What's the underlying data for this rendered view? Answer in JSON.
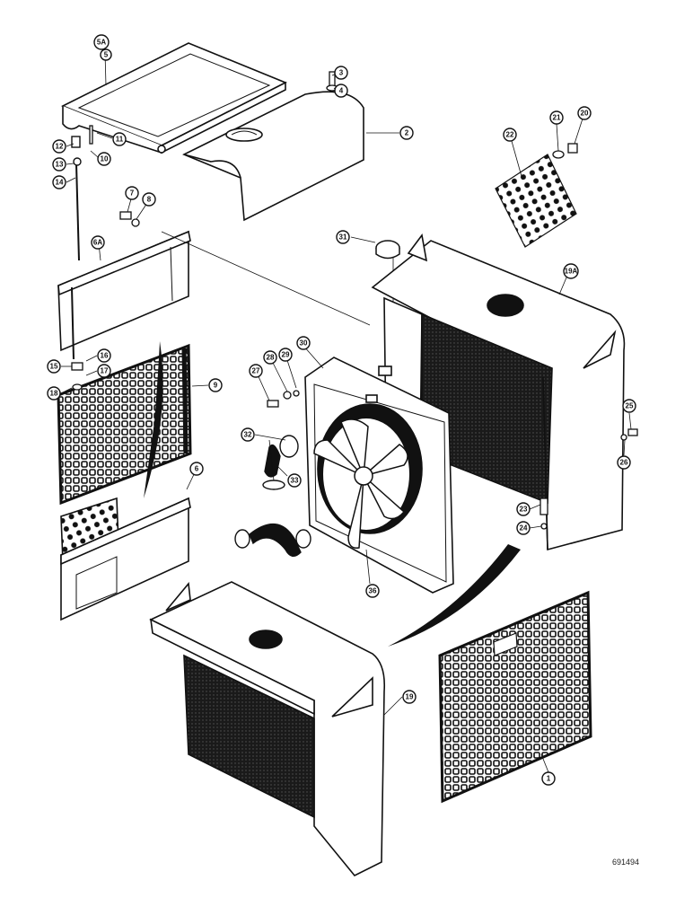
{
  "figure_number": "691494",
  "colors": {
    "ink": "#111111",
    "part_fill": "#ffffff",
    "mesh_dark": "#1a1a1a"
  },
  "callouts": [
    {
      "key": "c5a",
      "text": "5A"
    },
    {
      "key": "c5",
      "text": "5"
    },
    {
      "key": "c3",
      "text": "3"
    },
    {
      "key": "c4",
      "text": "4"
    },
    {
      "key": "c2",
      "text": "2"
    },
    {
      "key": "c11",
      "text": "11"
    },
    {
      "key": "c12",
      "text": "12"
    },
    {
      "key": "c10",
      "text": "10"
    },
    {
      "key": "c13",
      "text": "13"
    },
    {
      "key": "c14",
      "text": "14"
    },
    {
      "key": "c22",
      "text": "22"
    },
    {
      "key": "c21",
      "text": "21"
    },
    {
      "key": "c20",
      "text": "20"
    },
    {
      "key": "c7",
      "text": "7"
    },
    {
      "key": "c8",
      "text": "8"
    },
    {
      "key": "c31",
      "text": "31"
    },
    {
      "key": "c6a",
      "text": "6A"
    },
    {
      "key": "c19a",
      "text": "19A"
    },
    {
      "key": "c28",
      "text": "28"
    },
    {
      "key": "c29",
      "text": "29"
    },
    {
      "key": "c30",
      "text": "30"
    },
    {
      "key": "c27",
      "text": "27"
    },
    {
      "key": "c15",
      "text": "15"
    },
    {
      "key": "c16",
      "text": "16"
    },
    {
      "key": "c17",
      "text": "17"
    },
    {
      "key": "c18",
      "text": "18"
    },
    {
      "key": "c9",
      "text": "9"
    },
    {
      "key": "c32",
      "text": "32"
    },
    {
      "key": "c33",
      "text": "33"
    },
    {
      "key": "c25",
      "text": "25"
    },
    {
      "key": "c26",
      "text": "26"
    },
    {
      "key": "c6",
      "text": "6"
    },
    {
      "key": "c23",
      "text": "23"
    },
    {
      "key": "c24",
      "text": "24"
    },
    {
      "key": "c36",
      "text": "36"
    },
    {
      "key": "c19",
      "text": "19"
    },
    {
      "key": "c1",
      "text": "1"
    }
  ]
}
